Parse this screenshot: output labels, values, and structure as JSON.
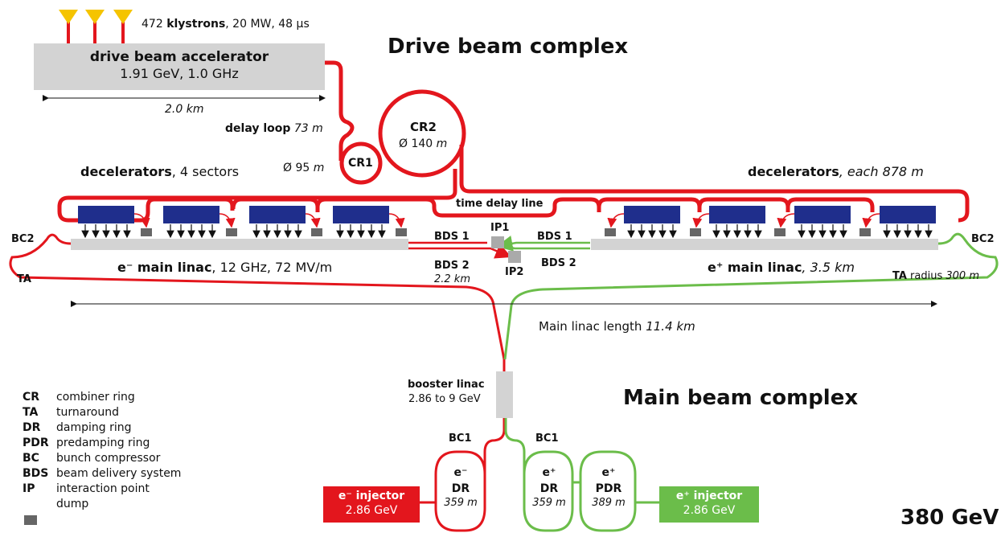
{
  "energy": "380 GeV",
  "drive_complex": {
    "title": "Drive beam complex",
    "klystrons_count": "472",
    "klystrons_word": "klystrons",
    "klystrons_spec": ", 20 MW, 48 µs",
    "dba_name": "drive beam accelerator",
    "dba_spec": "1.91 GeV, 1.0 GHz",
    "dba_length": "2.0 km",
    "delay_loop": "delay loop",
    "delay_loop_len": "73 m",
    "cr1_diam_sym": "Ø 95",
    "cr1_diam_unit": "m",
    "cr1": "CR1",
    "cr2": "CR2",
    "cr2_diam_sym": "Ø 140",
    "cr2_diam_unit": "m",
    "decel_left_bold": "decelerators",
    "decel_left_rest": ", 4 sectors",
    "decel_right_bold": "decelerators",
    "decel_right_rest": ", each 878 m",
    "time_delay_line": "time delay line"
  },
  "main_linac": {
    "e_minus_bold": "e⁻ main linac",
    "e_minus_rest": ", 12 GHz, 72 MV/m",
    "e_plus_bold": "e⁺ main linac",
    "e_plus_rest": ", 3.5 km",
    "bds1_left": "BDS 1",
    "bds1_right": "BDS 1",
    "bds2_left": "BDS 2",
    "bds2_right": "BDS 2",
    "bds_len": "2.2 km",
    "ip1": "IP1",
    "ip2": "IP2",
    "bc2_left": "BC2",
    "bc2_right": "BC2",
    "ta_left": "TA",
    "ta_right": "TA",
    "ta_radius_word": " radius ",
    "ta_radius": "300 m",
    "length_label": "Main linac length ",
    "length_value": "11.4 km"
  },
  "main_complex": {
    "title": "Main beam complex",
    "booster": "booster linac",
    "booster_spec": "2.86 to 9 GeV",
    "bc1_left": "BC1",
    "bc1_right": "BC1",
    "e_minus_dr": "e⁻",
    "e_minus_dr_name": "DR",
    "e_minus_dr_len": "359 m",
    "e_plus_dr": "e⁺",
    "e_plus_dr_name": "DR",
    "e_plus_dr_len": "359 m",
    "e_plus_pdr": "e⁺",
    "e_plus_pdr_name": "PDR",
    "e_plus_pdr_len": "389 m",
    "e_minus_inj": "e⁻ injector",
    "e_minus_inj_energy": "2.86 GeV",
    "e_plus_inj": "e⁺ injector",
    "e_plus_inj_energy": "2.86 GeV"
  },
  "legend": [
    {
      "key": "CR",
      "text": "combiner ring"
    },
    {
      "key": "TA",
      "text": "turnaround"
    },
    {
      "key": "DR",
      "text": "damping ring"
    },
    {
      "key": "PDR",
      "text": "predamping ring"
    },
    {
      "key": "BC",
      "text": "bunch compressor"
    },
    {
      "key": "BDS",
      "text": "beam delivery system"
    },
    {
      "key": "IP",
      "text": "interaction point"
    },
    {
      "key": "",
      "text": "dump"
    }
  ],
  "colors": {
    "red": "#e3161d",
    "green": "#6bbd4a",
    "navy": "#1f2e8c",
    "grey": "#d3d3d3",
    "dump": "#666666",
    "klystron": "#f5c400"
  }
}
